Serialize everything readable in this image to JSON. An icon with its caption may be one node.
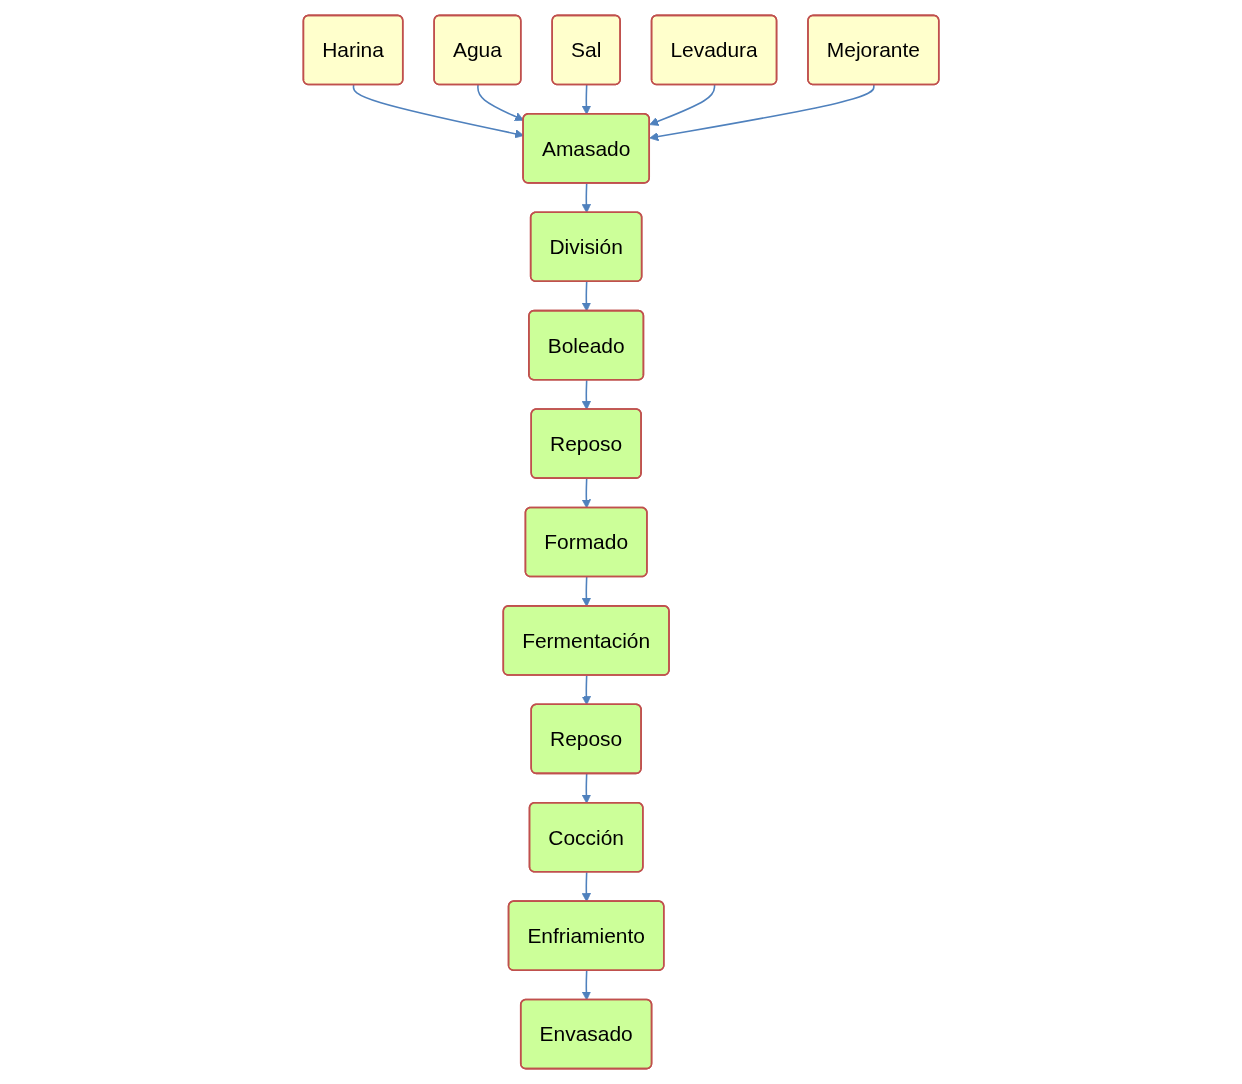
{
  "diagram": {
    "nodes": [
      {
        "text": [
          "Harina"
        ]
      },
      {
        "text": [
          "Agua"
        ]
      },
      {
        "text": [
          "Sal"
        ]
      },
      {
        "text": [
          "Levadura"
        ]
      },
      {
        "text": [
          "Mejorante"
        ]
      },
      {
        "text": [
          "Amasado"
        ]
      },
      {
        "text": [
          "División"
        ]
      },
      {
        "text": [
          "Boleado"
        ]
      },
      {
        "text": [
          "Reposo"
        ]
      },
      {
        "text": [
          "Formado"
        ]
      },
      {
        "text": [
          "Fermentación"
        ]
      },
      {
        "text": [
          "Reposo"
        ]
      },
      {
        "text": [
          "Cocción"
        ]
      },
      {
        "text": [
          "Enfriamiento"
        ]
      },
      {
        "text": [
          "Envasado"
        ]
      }
    ],
    "edges": [
      {
        "from": 0,
        "to": 5,
        "arrow": "to"
      },
      {
        "from": 1,
        "to": 5,
        "arrow": "to"
      },
      {
        "from": 2,
        "to": 5,
        "arrow": "to"
      },
      {
        "from": 3,
        "to": 5,
        "arrow": "to"
      },
      {
        "from": 4,
        "to": 5,
        "arrow": "to"
      },
      {
        "from": 5,
        "to": 6,
        "arrow": "to"
      },
      {
        "from": 6,
        "to": 7,
        "arrow": "to"
      },
      {
        "from": 7,
        "to": 8,
        "arrow": "to"
      },
      {
        "from": 8,
        "to": 9,
        "arrow": "to"
      },
      {
        "from": 9,
        "to": 10,
        "arrow": "to"
      },
      {
        "from": 10,
        "to": 11,
        "arrow": "to"
      },
      {
        "from": 11,
        "to": 12,
        "arrow": "to"
      },
      {
        "from": 12,
        "to": 13,
        "arrow": "to"
      },
      {
        "from": 13,
        "to": 14,
        "arrow": "to"
      }
    ]
  }
}
